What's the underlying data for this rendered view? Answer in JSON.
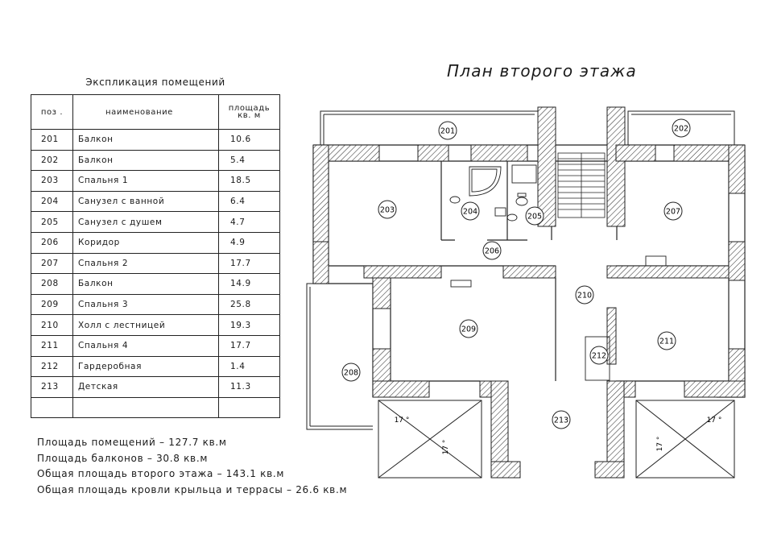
{
  "table_caption": "Экспликация помещений",
  "table": {
    "headers": {
      "pos": "поз .",
      "name": "наименование",
      "area_line1": "площадь",
      "area_line2": "кв. м"
    },
    "rows": [
      {
        "pos": "201",
        "name": "Балкон",
        "area": "10.6"
      },
      {
        "pos": "202",
        "name": "Балкон",
        "area": "5.4"
      },
      {
        "pos": "203",
        "name": "Спальня 1",
        "area": "18.5"
      },
      {
        "pos": "204",
        "name": "Санузел с ванной",
        "area": "6.4"
      },
      {
        "pos": "205",
        "name": "Санузел с душем",
        "area": "4.7"
      },
      {
        "pos": "206",
        "name": "Коридор",
        "area": "4.9"
      },
      {
        "pos": "207",
        "name": "Спальня 2",
        "area": "17.7"
      },
      {
        "pos": "208",
        "name": "Балкон",
        "area": "14.9"
      },
      {
        "pos": "209",
        "name": "Спальня 3",
        "area": "25.8"
      },
      {
        "pos": "210",
        "name": "Холл с лестницей",
        "area": "19.3"
      },
      {
        "pos": "211",
        "name": "Спальня 4",
        "area": "17.7"
      },
      {
        "pos": "212",
        "name": "Гардеробная",
        "area": "1.4"
      },
      {
        "pos": "213",
        "name": "Детская",
        "area": "11.3"
      },
      {
        "pos": "",
        "name": "",
        "area": ""
      }
    ]
  },
  "summary": {
    "rooms_area": "Площадь помещений – 127.7 кв.м",
    "balconies_area": "Площадь балконов – 30.8 кв.м",
    "total_area": "Общая площадь второго этажа – 143.1 кв.м",
    "roof_area": "Общая площадь кровли крыльца и террасы – 26.6 кв.м"
  },
  "plan": {
    "title": "План второго этажа",
    "room_markers": [
      "201",
      "202",
      "203",
      "204",
      "205",
      "206",
      "207",
      "208",
      "209",
      "210",
      "211",
      "212",
      "213"
    ],
    "roof_slopes": [
      "17 °",
      "17 °",
      "17 °",
      "17 °"
    ]
  }
}
